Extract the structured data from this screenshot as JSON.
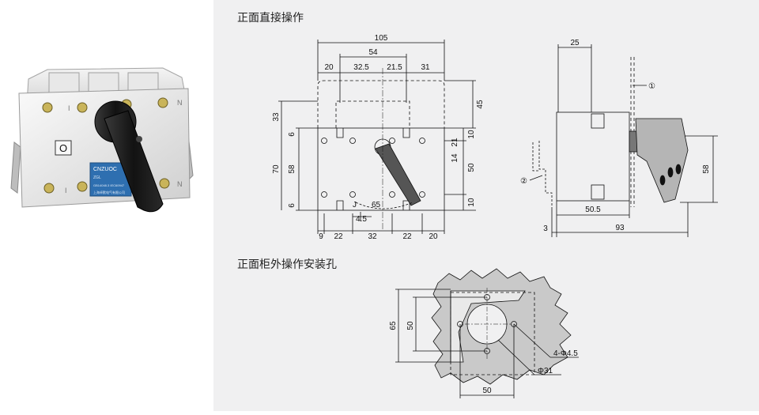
{
  "titles": {
    "front_direct": "正面直接操作",
    "front_cabinet_hole": "正面柜外操作安装孔"
  },
  "product": {
    "brand": "CNZUOC",
    "position_mark": "O",
    "contact_marks": [
      "I",
      "N",
      "I",
      "N"
    ],
    "nameplate_lines": [
      "ZGL",
      "GB14048.3  IEC60947",
      "上海卓默电气有限公司"
    ]
  },
  "front_view": {
    "dims_top": [
      "105",
      "54",
      "20",
      "32.5",
      "21.5",
      "31"
    ],
    "dims_left": [
      "33",
      "6",
      "70",
      "58",
      "6"
    ],
    "dims_right": [
      "45",
      "10",
      "21",
      "14",
      "50",
      "10"
    ],
    "dims_bottom": [
      "4.5",
      "9",
      "22",
      "32",
      "22",
      "20"
    ],
    "handle_mark": "J",
    "rating": "65"
  },
  "side_view": {
    "dims": [
      "25",
      "58",
      "50.5",
      "3",
      "93"
    ],
    "callouts": [
      "①",
      "②"
    ]
  },
  "cutout": {
    "dims": [
      "65",
      "50",
      "50",
      "4-Φ4.5",
      "Φ31"
    ]
  },
  "colors": {
    "panel_bg": "#f0f0f1",
    "line": "#111111",
    "cutout_fill": "#c9c9c9",
    "handle": "#1c1c1c",
    "body": "#e9e9e9",
    "nameplate": "#2e6fb0"
  }
}
